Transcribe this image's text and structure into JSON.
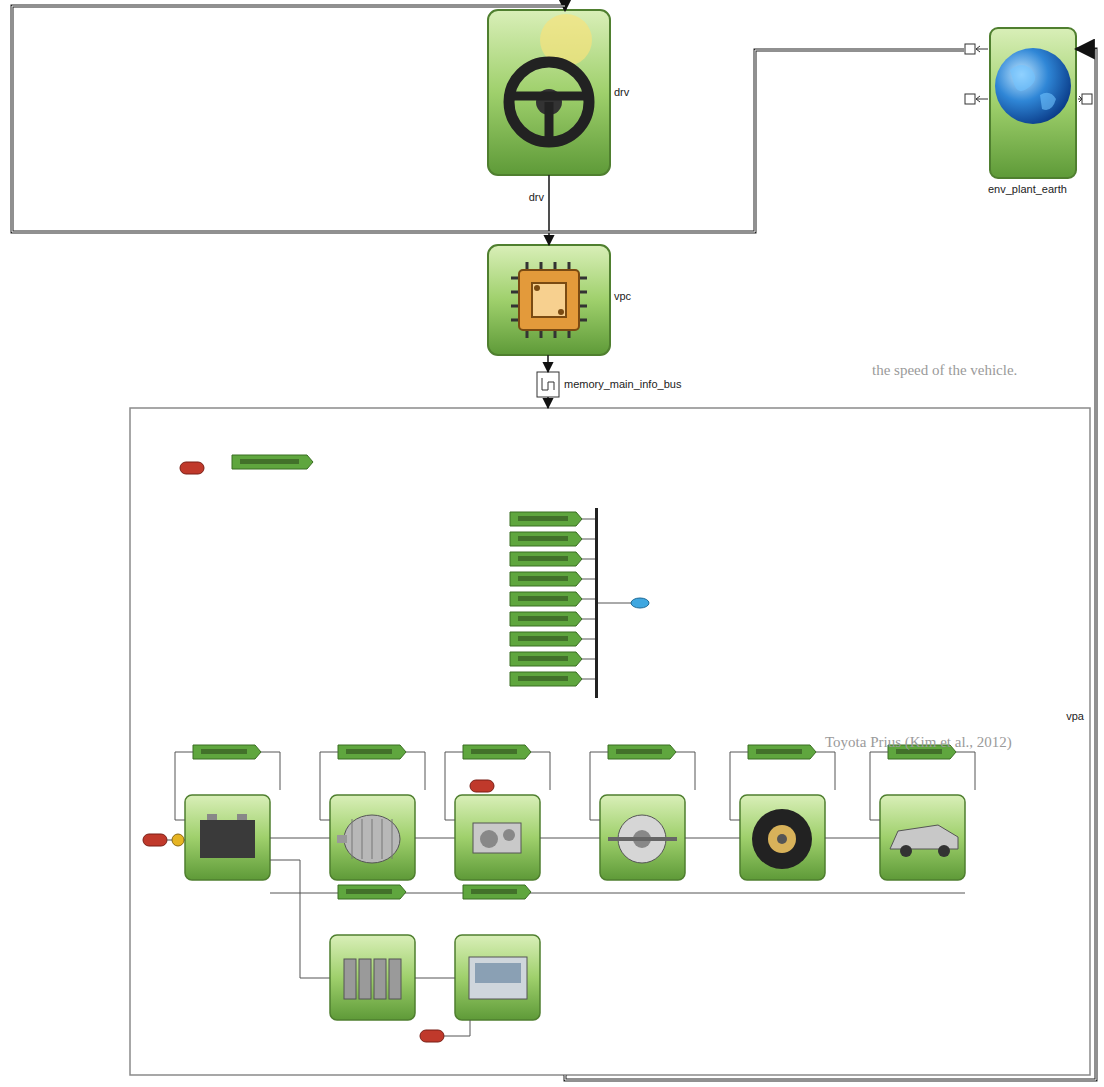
{
  "diagram": {
    "nodes": [
      {
        "text": [
          "drv"
        ]
      },
      {
        "text": [
          "env_plant_earth"
        ]
      },
      {
        "text": [
          "vpc"
        ]
      },
      {
        "text": [
          "memory_main_info_bus"
        ]
      },
      {
        "text": [
          "vpa"
        ]
      }
    ],
    "edges": [
      {
        "from": 0,
        "to": 2,
        "label": "drv",
        "arrow": "to"
      },
      {
        "from": 1,
        "to": 0,
        "arrow": "to"
      },
      {
        "from": 2,
        "to": 3,
        "arrow": "to"
      },
      {
        "from": 3,
        "to": 4,
        "arrow": "to"
      },
      {
        "from": 4,
        "to": 1,
        "arrow": "to"
      }
    ],
    "labels": [
      "the speed of the vehicle.",
      "Toyota Prius (Kim et al., 2012)"
    ]
  }
}
